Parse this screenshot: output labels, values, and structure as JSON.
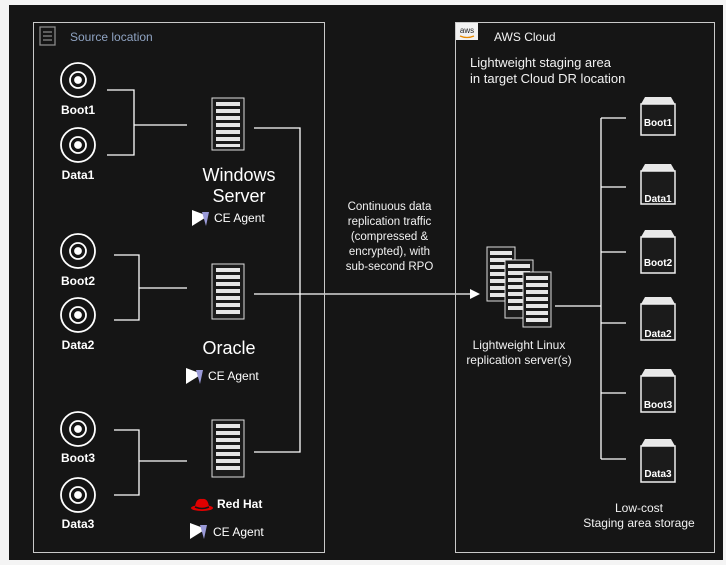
{
  "source": {
    "title": "Source location",
    "disks": [
      "Boot1",
      "Data1",
      "Boot2",
      "Data2",
      "Boot3",
      "Data3"
    ],
    "servers": [
      {
        "name": "Windows\nServer",
        "agent": "CE Agent"
      },
      {
        "name": "Oracle",
        "agent": "CE Agent"
      },
      {
        "name": "",
        "agent": "CE Agent",
        "logo": "Red Hat"
      }
    ]
  },
  "traffic_label": "Continuous data\nreplication traffic\n(compressed &\nencrypted), with\nsub-second RPO",
  "cloud": {
    "badge": "aws",
    "title": "AWS Cloud",
    "staging_title": "Lightweight staging area\nin target Cloud DR location",
    "replication_label": "Lightweight Linux\nreplication server(s)",
    "staging_disks": [
      "Boot1",
      "Data1",
      "Boot2",
      "Data2",
      "Boot3",
      "Data3"
    ],
    "storage_label": "Low-cost\nStaging area storage"
  },
  "colors": {
    "background": "#151515",
    "border": "#c9c9c9",
    "line": "#ffffff",
    "redhat": "#e00000"
  }
}
